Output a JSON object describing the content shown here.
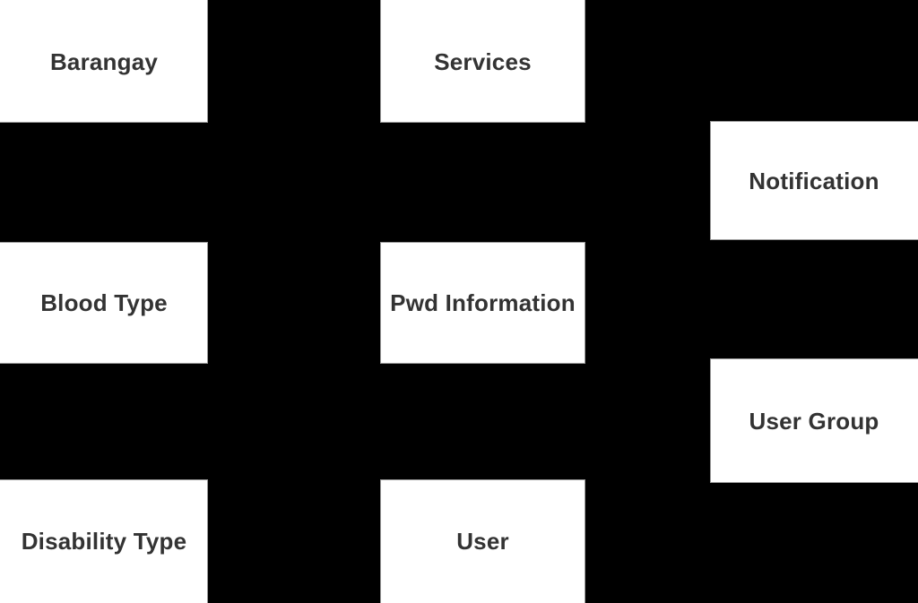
{
  "diagram": {
    "background_color": "#000000",
    "box_fill_color": "#ffffff",
    "box_border_color": "#9a9a9a",
    "label_color": "#333333",
    "entities": [
      {
        "id": "barangay",
        "label": "Barangay"
      },
      {
        "id": "services",
        "label": "Services"
      },
      {
        "id": "notification",
        "label": "Notification"
      },
      {
        "id": "blood-type",
        "label": "Blood Type"
      },
      {
        "id": "pwd-information",
        "label": "Pwd Information"
      },
      {
        "id": "user-group",
        "label": "User Group"
      },
      {
        "id": "disability-type",
        "label": "Disability Type"
      },
      {
        "id": "user",
        "label": "User"
      }
    ]
  }
}
